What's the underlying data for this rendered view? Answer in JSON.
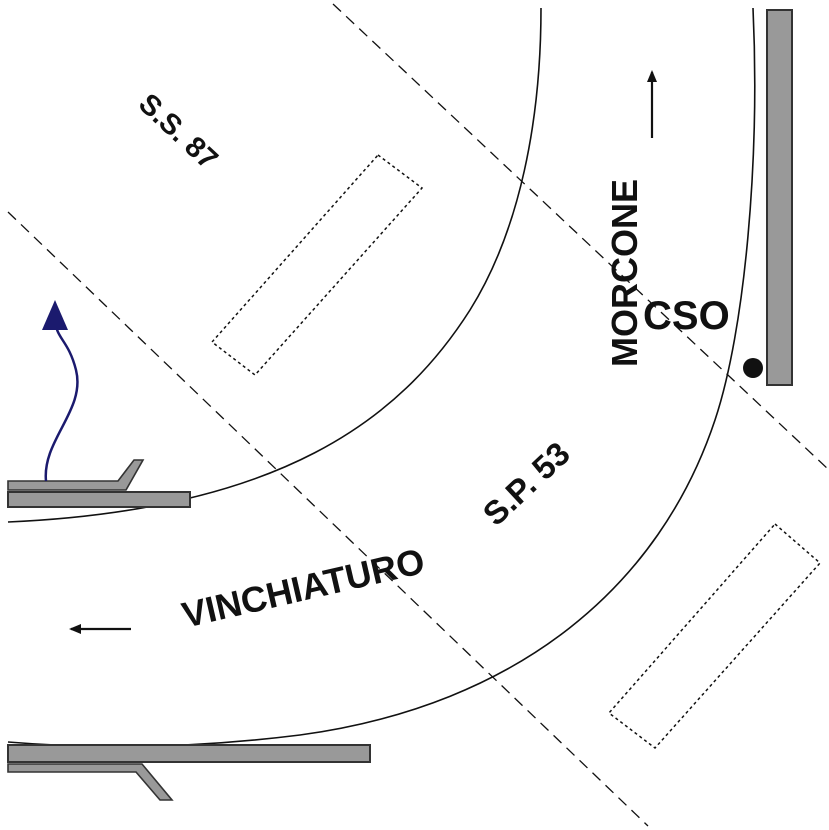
{
  "labels": {
    "road_ss": "S.S. 87",
    "road_sp": "S.P. 53",
    "dest_morcone": "MORCONE",
    "dest_vinchiaturo": "VINCHIATURO",
    "site": "CSO"
  },
  "colors": {
    "ink": "#111111",
    "barrier_fill": "#999999",
    "barrier_stroke": "#333333",
    "flow_arrow": "#1b1a6e"
  },
  "icons": {
    "morcone_direction": "arrow-up-icon",
    "vinchiaturo_direction": "arrow-left-icon",
    "cso_marker": "filled-circle-icon",
    "flow": "curved-arrow-up-icon"
  }
}
